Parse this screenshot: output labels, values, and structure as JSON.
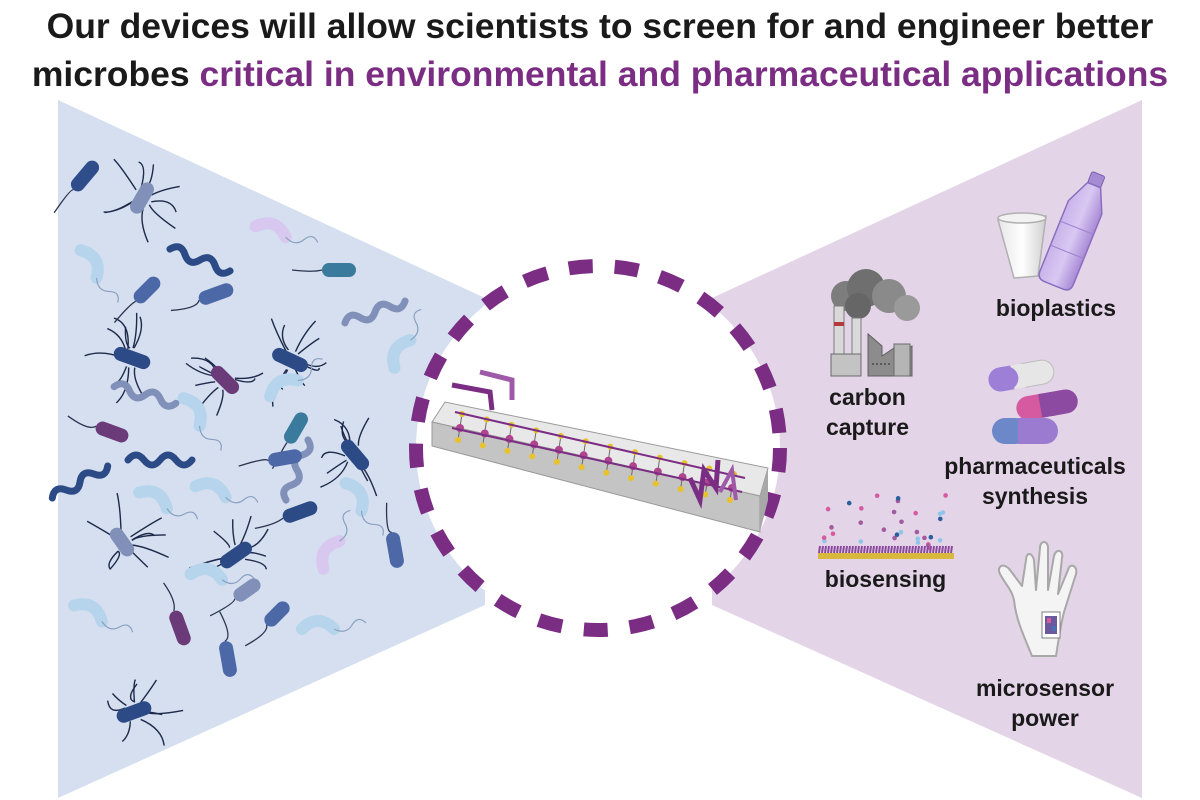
{
  "headline": {
    "part1": "Our devices will allow scientists to screen for and engineer better microbes",
    "part2": "critical in environmental and pharmaceutical applications"
  },
  "applications": {
    "carbon_capture": [
      "carbon",
      "capture"
    ],
    "bioplastics": "bioplastics",
    "pharmaceuticals": [
      "pharmaceuticals",
      "synthesis"
    ],
    "biosensing": "biosensing",
    "microsensor_power": [
      "microsensor",
      "power"
    ]
  },
  "colors": {
    "accent": "#7b2d84",
    "left_panel": "#d5dff0",
    "right_panel": "#e4d4e8",
    "text": "#1a1a1a"
  },
  "icons": [
    "bacteria-icon",
    "factory-icon",
    "plastic-cup-icon",
    "plastic-bottle-icon",
    "capsule-icon",
    "biosensor-icon",
    "hand-sensor-icon",
    "microfluidic-device-icon"
  ]
}
